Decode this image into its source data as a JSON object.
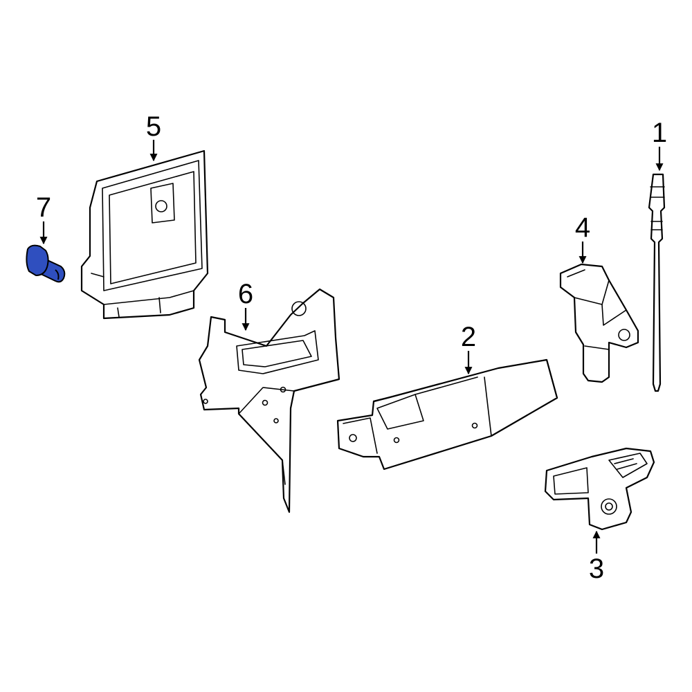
{
  "callouts": [
    {
      "id": "1",
      "label": "1"
    },
    {
      "id": "2",
      "label": "2"
    },
    {
      "id": "3",
      "label": "3"
    },
    {
      "id": "4",
      "label": "4"
    },
    {
      "id": "5",
      "label": "5"
    },
    {
      "id": "6",
      "label": "6"
    },
    {
      "id": "7",
      "label": "7"
    }
  ],
  "highlight_color": "#2f4fbf",
  "highlighted_part": "7"
}
